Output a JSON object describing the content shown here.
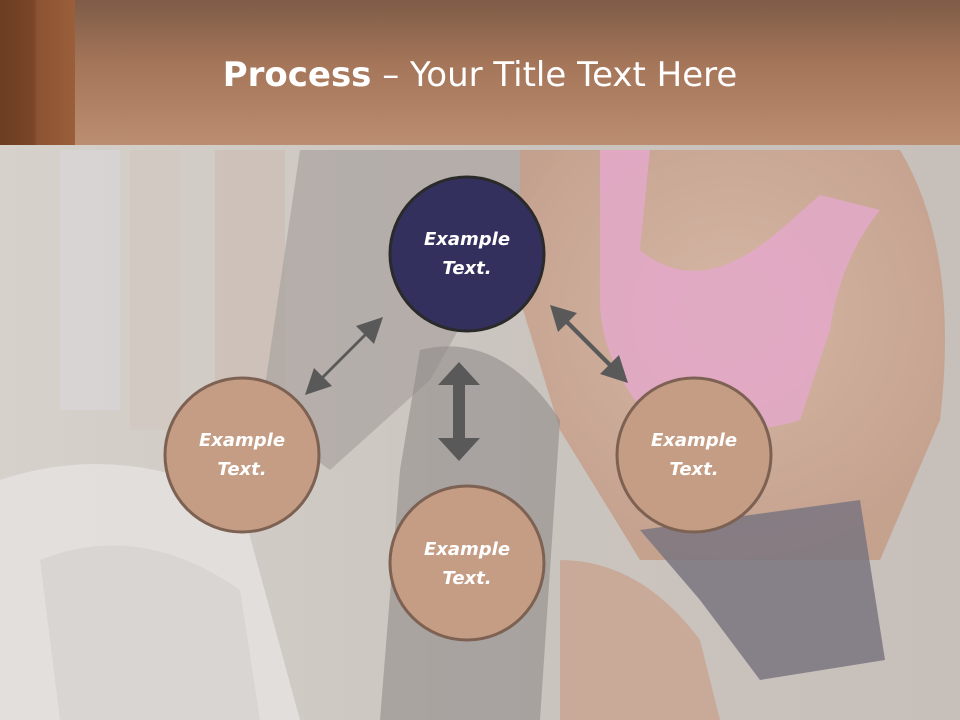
{
  "header": {
    "title_bold": "Process",
    "title_rest": " – Your Title Text Here"
  },
  "diagram": {
    "nodes": [
      {
        "id": "top",
        "line1": "Example",
        "line2": "Text.",
        "fill": "#33305e"
      },
      {
        "id": "left",
        "line1": "Example",
        "line2": "Text.",
        "fill": "#c59d84"
      },
      {
        "id": "bottom",
        "line1": "Example",
        "line2": "Text.",
        "fill": "#c59d84"
      },
      {
        "id": "right",
        "line1": "Example",
        "line2": "Text.",
        "fill": "#c59d84"
      }
    ],
    "stroke_color": "#2a2a2a",
    "arrow_color": "#595959",
    "header_color": "#b08467"
  }
}
